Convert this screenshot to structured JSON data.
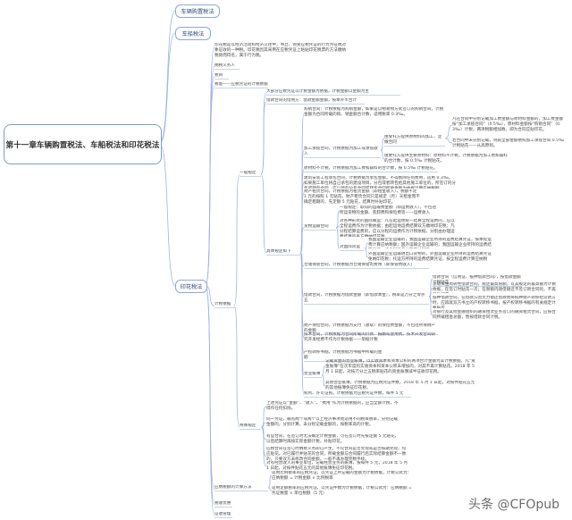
{
  "root": "第十一章车辆购置税法、车船税法和印花税法",
  "branches": {
    "vehicle_purchase": "车辆购置税法",
    "vehicle_vessel": "车船税法",
    "stamp": "印花税法"
  },
  "stamp": {
    "intro": "印花税是以经济活动和经济交往中，书立、领受应税凭证的行为为征税对象征收的一种税。印花税因其采用在应税凭证上粘贴印花税票的方法缴纳税款而得名，属于行为税。",
    "taxpayer": "纳税义务人",
    "tax_items": "税目",
    "tax_base": "税基——应税凭证的计税依据",
    "calc": "计税依据",
    "general": "一般规定",
    "special": "特殊规定",
    "payable": "应纳税额的计算方法",
    "prefer": "税收优惠",
    "collect": "征收管理",
    "c1": "大部分应税凭证以计税金额为依据，计税金额以金额为主",
    "c2": "借款合同的借用方：借款金额金额，按本外币合计",
    "c3": "购销合同：计税依据为购销金额，如果是以物易物方式签订的购销合同，计税金额为合同所载的购、销金额合计数，适用税率 0.3‰。",
    "c4": "加工承揽合同，计税依据为加工或承揽收入",
    "c4a": "由受托方提供原材料的加工、定做合同",
    "c4a1": "凡在合同中分别记载加工费金额与原材料金额的，加工费金额按“加工承揽合同”（0.5‰），原材料金额按“购销合同”（0.3‰）计税，两项税额相加数，即为合同应贴印花。",
    "c4a2": "若合同中未分别记载，则就全部金额依照加工承揽合同 0.5‰ 计税贴花——从高原则。",
    "c4b": "由委托方提供主要原材料：原材料不计税，计税依据为加工费和辅料的合计数，按 0.5‰ 计税贴花。",
    "c5": "原材料不计税，计税依据为加工费和辅料的合计数，按 0.5‰ 计税贴花。",
    "c6": "建筑安装工程承包合同，计税依据为承包金额，不得剔除任何费用，适用 0.3‰。如果施工单位将自己承包的建设项目，分包或者转包给其他施工单位的，所签订的分包或转包合同，应以新的分包合同或转包合同所载金额为依据计算应纳税额。",
    "c7": "财产租赁合同，计税依据为租赁金额（即租金收入），税额不足 1 元的按照 1 元贴花。财产租赁合同只是规定（月）天租金而不确定租期的，先定额 5 元贴花，结算时补贴印花。",
    "c8": "货物运输合同",
    "c8a": "一般规定：取得的运输费金额（即运费收入），不包括所运货物的金额、装卸费和保险费等——运费收入",
    "c8b": "对各种形式的国际联运：凡在起运地统一结算全程运费的，应以全程运费作为计税依据；由起运地运费结算双方缴纳印花税；凡分程结算运费的，应以分程的运费作为计税依据，分别由办理运费结算的各方缴纳印花税。",
    "c8c": "对国际货运",
    "c8c1": "我国运输企业运输的，我国运输企业所持的运费结算凭证，按本程运费计算应纳税额；国外运输企业运输的，我国运输企业所持的运费结算凭证，按全程运费计算应纳税额。",
    "c8c2": "外国运输企业运输进出口货物的，外国运输企业所持的运费结算凭证免纳印花税；托运方所持的运费结算凭证，按全程运费计算应纳税额。",
    "c9": "仓储保管合同，计税依据为仓储保管的费用（即保管费收入）",
    "c10": "借款合同，计税依据为借款金额（即借款本金），税率是万分之零点五",
    "c10a": "借款合同（信用证、抵押借款合同），按借款金额计税贴花",
    "c10b": "流动资金周转性借款合同，规定最高限额，以其规定的最高额为计税依据，在签订时贴花一次；在限额内随借随还不签订新合同的，不再另贴印花。",
    "c10c": "抵押借款合同，在借款方因无力偿还借款而将抵押财产转移给贷款方时，应再就双方书立的产权转移书据，按产权转移书据的有关规定计税贴花。",
    "c10d": "对银行及其他金融组织的融资租赁业务签订的融资租赁合同，应按合同所载租金总额，暂按借款合同计税。",
    "c11": "财产保险合同，计税依据为支付（收取）的保险费金额，不包括所保财产的金额",
    "c12": "技术合同，计税依据为合同所载的价款、报酬或使用费。技术开发合同研究开发经费不作为计税依据——单据计税",
    "c13": "产权转移书据，计税依据为书据中所载的金额",
    "c14": "营业账簿",
    "c14a": "记载资金的营业账簿，以实收资本和资本公积的两项合计金额为其计税依据，凡“资金账簿”在次年度的实收资本和资本公积未增加的，对其不再计算贴花。2018 年 5 月 1 日起，对按万分之五税率贴花的资金账簿减半征收印花税。",
    "c14b": "其他营业账簿，计税依据为应税凭证件数，2018 年 5 月 1 日起，对按件贴花五元的其他账簿免征印花税。",
    "c15": "权利、许可证照，计税依据为应税凭证件数，每件 5 元",
    "s1": "上述凭证以“金额”、“收入”、“费用”作为计税依据的，应当全额计税，不得作任何扣除。",
    "s2": "同一凭证，载有两个或两个以上经济事项而适用不同税目税率，分别记载金额的，分别计算，未分别记载金额的，按税率高的计税。",
    "s3": "有些合同，在签订时无法确定计税金额，可在签订时先按定额 5 元贴花，以后结算时再按实际金额计税，补贴印花。",
    "s4": "应税合同在签订时纳税义务即已产生，不论合同是否兑现或是否按期兑现，均应贴花。对已履行并贴花的合同，所载金额与合同履行后实际结算金额不一致的，只要双方未修改合同金额，一般不再办理完税手续。",
    "s5": "对有经营收入的事业单位，记载经营业务的账簿，按每件 5 元，2018 年 5 月 1 日起，对按件贴花五元的其他账簿免征印花税。",
    "p1": "适用比例税率的应税凭证，以凭证上所记载的金额为计税依据，计税公式为：应纳税额 = 计税金额 × 比例税率",
    "p2": "适用定额税率的应税凭证，以凭证件数为计税依据，计税公式为：应纳税额 = 凭证数量 × 单位税额（5 元）"
  },
  "watermark": "头条 @CFOpub"
}
